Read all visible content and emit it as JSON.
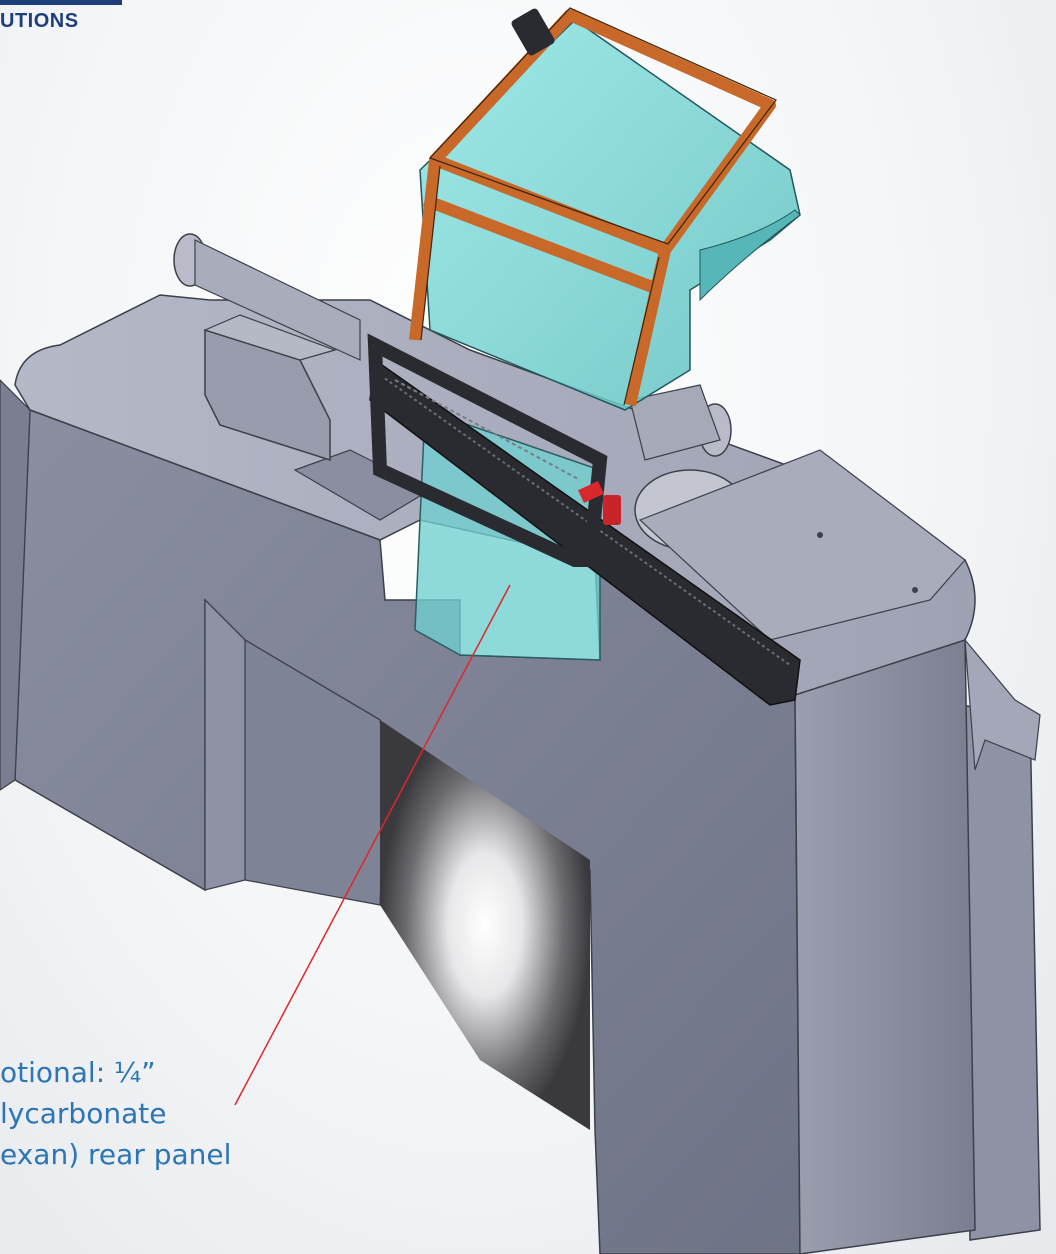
{
  "brand": {
    "partial_text": "UTIONS"
  },
  "callout": {
    "line1": "otional: ¼”",
    "line2": "lycarbonate",
    "line3": "exan) rear panel"
  },
  "colors": {
    "base_gray": "#7d8194",
    "base_light": "#a7abbb",
    "frame_orange": "#c8692a",
    "polycarbonate_teal": "#7fdad8",
    "rail_black": "#2a2b30",
    "leader_red": "#e0262b",
    "callout_blue": "#2e75b6",
    "brand_navy": "#1f3f7a"
  }
}
